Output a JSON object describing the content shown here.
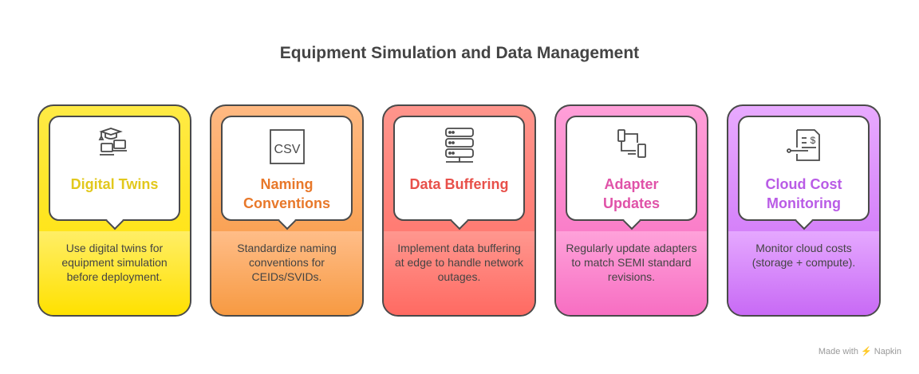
{
  "title": "Equipment Simulation and Data Management",
  "cards": [
    {
      "title": "Digital Twins",
      "desc": "Use digital twins for equipment simulation before deployment.",
      "icon": "graduation-laptops-icon",
      "title_color": "#E2C81C",
      "top": "#FFEA45",
      "mid": "#FFE100",
      "bottom_top": "#FFEE66",
      "bottom_end": "#FFE100"
    },
    {
      "title": "Naming Conventions",
      "desc": "Standardize naming conventions for CEIDs/SVIDs.",
      "icon": "csv-icon",
      "title_color": "#E8782A",
      "top": "#FFB982",
      "mid": "#F79338",
      "bottom_top": "#FFBD88",
      "bottom_end": "#F79A42"
    },
    {
      "title": "Data Buffering",
      "desc": "Implement data buffering at edge to handle network outages.",
      "icon": "server-icon",
      "title_color": "#E8504A",
      "top": "#FF958C",
      "mid": "#FF6A62",
      "bottom_top": "#FF978F",
      "bottom_end": "#FF6A62"
    },
    {
      "title": "Adapter Updates",
      "desc": "Regularly update adapters to match SEMI standard revisions.",
      "icon": "devices-icon",
      "title_color": "#E052A8",
      "top": "#FF9FD8",
      "mid": "#F768BE",
      "bottom_top": "#FFA2DA",
      "bottom_end": "#F76EC2"
    },
    {
      "title": "Cloud Cost Monitoring",
      "desc": "Monitor cloud costs (storage + compute).",
      "icon": "invoice-icon",
      "title_color": "#B95BE6",
      "top": "#E8AAFF",
      "mid": "#C866F5",
      "bottom_top": "#E5A8FF",
      "bottom_end": "#C86AF5"
    }
  ],
  "footer": "Made with ⚡ Napkin"
}
